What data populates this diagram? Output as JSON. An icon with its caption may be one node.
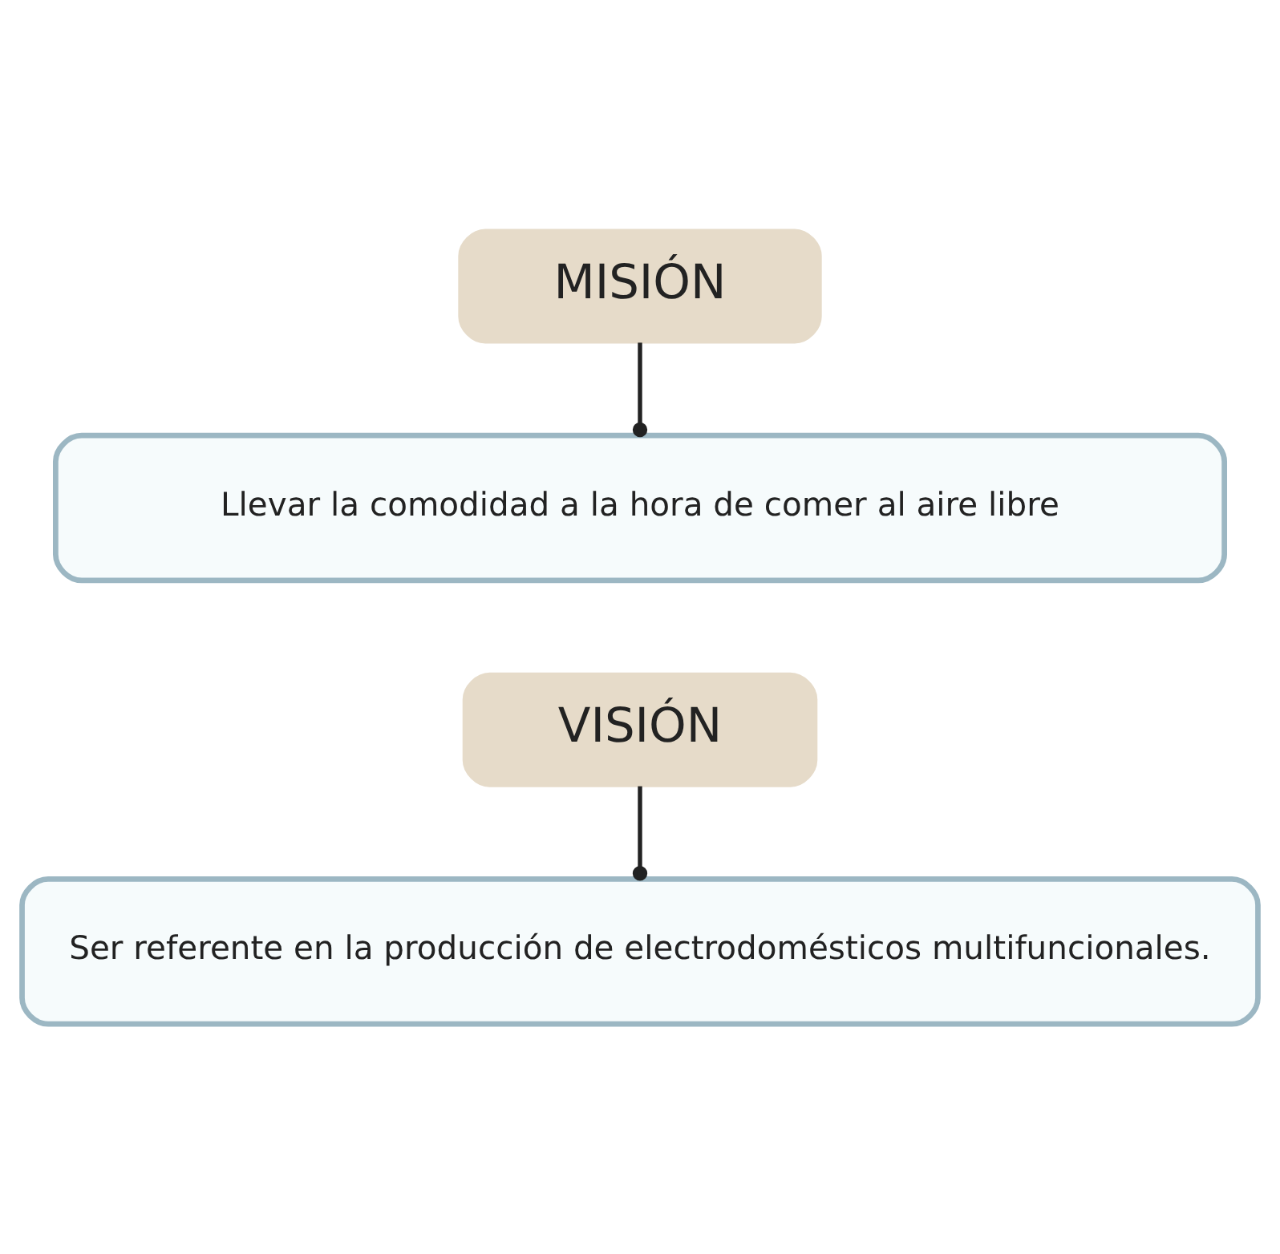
{
  "diagram": {
    "nodes": [
      {
        "text": [
          "MISIÓN"
        ]
      },
      {
        "text": [
          "Llevar la comodidad a la hora de comer al aire libre"
        ]
      },
      {
        "text": [
          "VISIÓN"
        ]
      },
      {
        "text": [
          "Ser referente en la producción de electrodomésticos multifuncionales."
        ]
      }
    ],
    "edges": [
      {
        "from": 0,
        "to": 1,
        "arrow": "other"
      },
      {
        "from": 2,
        "to": 3,
        "arrow": "other"
      }
    ]
  }
}
